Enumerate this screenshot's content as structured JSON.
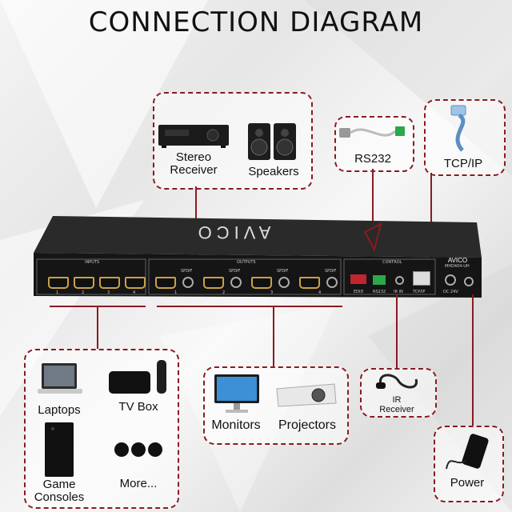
{
  "title": "CONNECTION DIAGRAM",
  "device": {
    "brand": "AVICO",
    "model": "MHD404-UH",
    "panel_labels": {
      "inputs": "INPUTS",
      "outputs": "OUTPUTS",
      "control": "CONTROL",
      "spdif": "SPDIF",
      "edid": "EDID",
      "rs232": "RS232",
      "irin": "IR IN",
      "tcpip": "TCP/IP",
      "dc": "DC 24V",
      "port_numbers": [
        "1",
        "2",
        "3",
        "4"
      ]
    }
  },
  "groups": {
    "audio": {
      "stereo_receiver": "Stereo\nReceiver",
      "speakers": "Speakers"
    },
    "rs232": {
      "label": "RS232"
    },
    "tcpip": {
      "label": "TCP/IP"
    },
    "sources": {
      "laptops": "Laptops",
      "tv_box": "TV Box",
      "game_consoles": "Game\nConsoles",
      "more": "More..."
    },
    "displays": {
      "monitors": "Monitors",
      "projectors": "Projectors"
    },
    "ir": {
      "label": "IR\nReceiver"
    },
    "power": {
      "label": "Power"
    }
  },
  "colors": {
    "accent": "#8b1a22",
    "device": "#151515",
    "hdmi_trim": "#caa24a"
  }
}
